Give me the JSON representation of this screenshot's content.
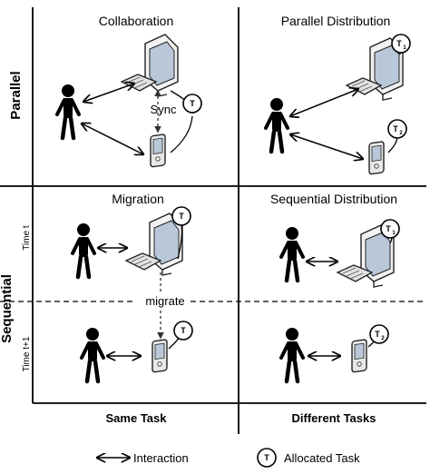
{
  "cells": {
    "collab_title": "Collaboration",
    "pardist_title": "Parallel Distribution",
    "migration_title": "Migration",
    "seqdist_title": "Sequential Distribution"
  },
  "rows": {
    "parallel": "Parallel",
    "sequential": "Sequential",
    "time_t": "Time t",
    "time_t1": "Time t+1"
  },
  "columns": {
    "same": "Same Task",
    "different": "Different Tasks"
  },
  "annotations": {
    "sync": "Sync",
    "migrate": "migrate"
  },
  "task_tokens": {
    "letter": "T",
    "sub1": "1",
    "sub2": "2"
  },
  "legend": {
    "interaction": "Interaction",
    "allocated": "Allocated Task"
  }
}
